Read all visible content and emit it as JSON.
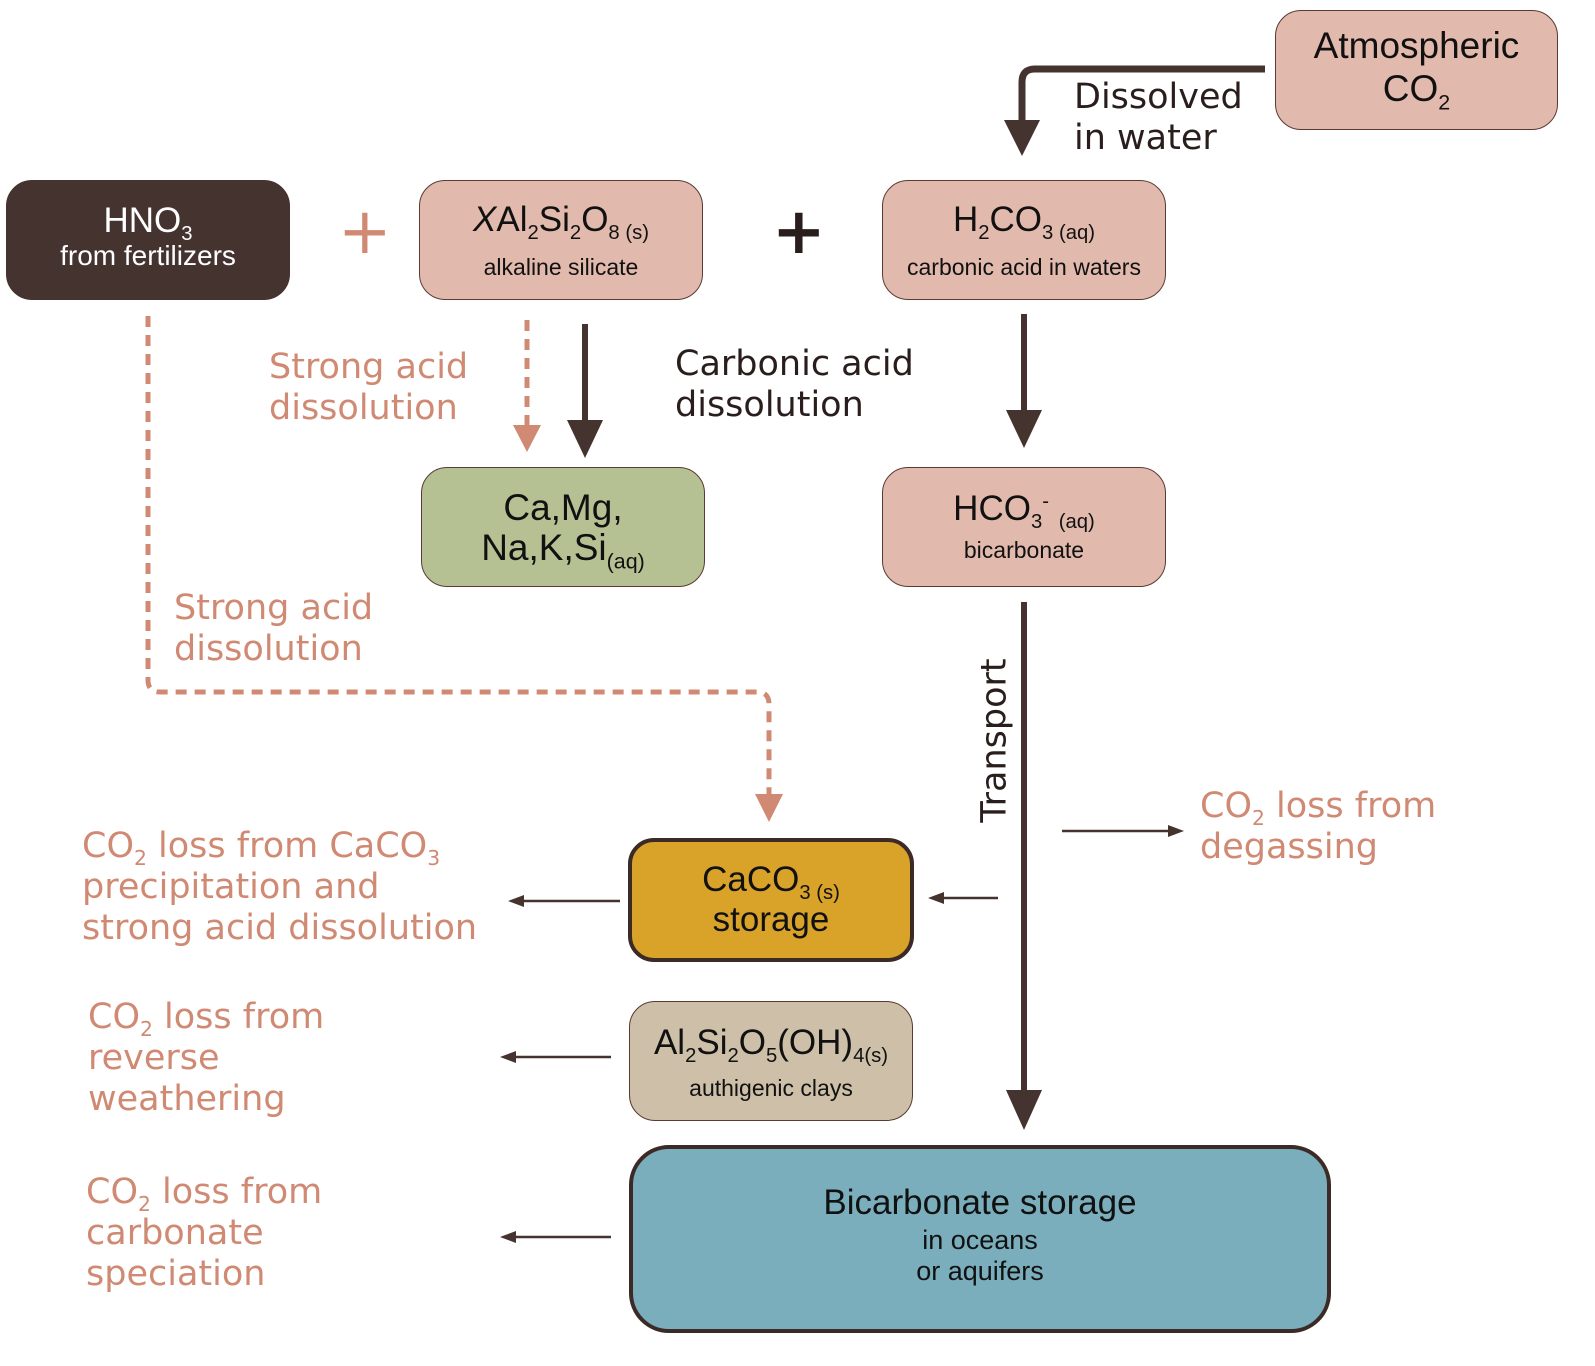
{
  "colors": {
    "dark_box": "#45332f",
    "pink_box": "#e2b9ad",
    "green_box": "#b5c193",
    "gold_box": "#d9a228",
    "tan_box": "#cdbfa8",
    "blue_box": "#7aaebc",
    "salmon_text": "#d08a73",
    "arrow_dark": "#45332f"
  },
  "nodes": {
    "atmospheric": {
      "line1": "Atmospheric",
      "co": "CO",
      "sub": "2"
    },
    "hno3": {
      "formula": "HNO",
      "sub": "3",
      "desc": "from fertilizers"
    },
    "silicate": {
      "x": "X",
      "al": "Al",
      "sub1": "2",
      "si": "Si",
      "sub2": "2",
      "o": "O",
      "sub3": "8 (s)",
      "desc": "alkaline silicate"
    },
    "carbonic": {
      "h": "H",
      "sub1": "2",
      "co": "CO",
      "sub2": "3 (aq)",
      "desc": "carbonic acid in waters"
    },
    "cations": {
      "line1": "Ca,Mg,",
      "line2": "Na,K,Si",
      "sub": "(aq)"
    },
    "bicarbonate": {
      "formula": "HCO",
      "sub": "3",
      "sup": "-",
      "phase": "(aq)",
      "desc": "bicarbonate"
    },
    "caco3": {
      "formula": "CaCO",
      "sub": "3 (s)",
      "desc": "storage"
    },
    "clays": {
      "al": "Al",
      "s1": "2",
      "si": "Si",
      "s2": "2",
      "o": "O",
      "s3": "5",
      "oh": "(OH)",
      "s4": "4(s)",
      "desc": "authigenic clays"
    },
    "storage": {
      "title": "Bicarbonate storage",
      "line2": "in oceans",
      "line3": "or aquifers"
    }
  },
  "operators": {
    "plus_salmon": "+",
    "plus_dark": "+"
  },
  "labels": {
    "dissolved": [
      "Dissolved",
      "in water"
    ],
    "strong_acid_1": [
      "Strong acid",
      "dissolution"
    ],
    "carbonic_dissolution": [
      "Carbonic acid",
      "dissolution"
    ],
    "strong_acid_2": [
      "Strong acid",
      "dissolution"
    ],
    "transport": "Transport",
    "degassing": {
      "co": "CO",
      "sub": "2",
      "rest": " loss from",
      "line2": "degassing"
    },
    "loss_caco3": {
      "co": "CO",
      "sub": "2",
      "rest": " loss from CaCO",
      "sub2": "3",
      "line2": "precipitation and",
      "line3": "strong acid dissolution"
    },
    "loss_reverse": {
      "co": "CO",
      "sub": "2",
      "rest": " loss from",
      "line2": "reverse",
      "line3": "weathering"
    },
    "loss_speciation": {
      "co": "CO",
      "sub": "2",
      "rest": " loss from",
      "line2": "carbonate",
      "line3": "speciation"
    }
  }
}
